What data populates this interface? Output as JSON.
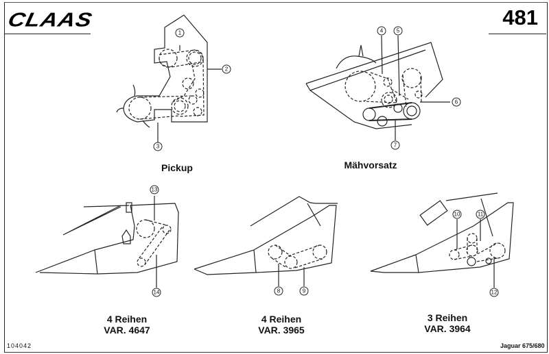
{
  "header": {
    "brand": "CLAAS",
    "page_number": "481"
  },
  "diagrams": [
    {
      "id": "pickup",
      "caption": "Pickup",
      "callouts": [
        "1",
        "2",
        "3"
      ]
    },
    {
      "id": "maehvorsatz",
      "caption": "Mähvorsatz",
      "callouts": [
        "4",
        "5",
        "6",
        "7"
      ]
    },
    {
      "id": "4reihen-4647",
      "caption_line1": "4 Reihen",
      "caption_line2": "VAR. 4647",
      "callouts": [
        "13",
        "14"
      ]
    },
    {
      "id": "4reihen-3965",
      "caption_line1": "4 Reihen",
      "caption_line2": "VAR. 3965",
      "callouts": [
        "8",
        "9"
      ]
    },
    {
      "id": "3reihen-3964",
      "caption_line1": "3 Reihen",
      "caption_line2": "VAR. 3964",
      "callouts": [
        "10",
        "11",
        "12"
      ]
    }
  ],
  "footer": {
    "doc_code": "104042",
    "model": "Jaguar 675/680"
  }
}
